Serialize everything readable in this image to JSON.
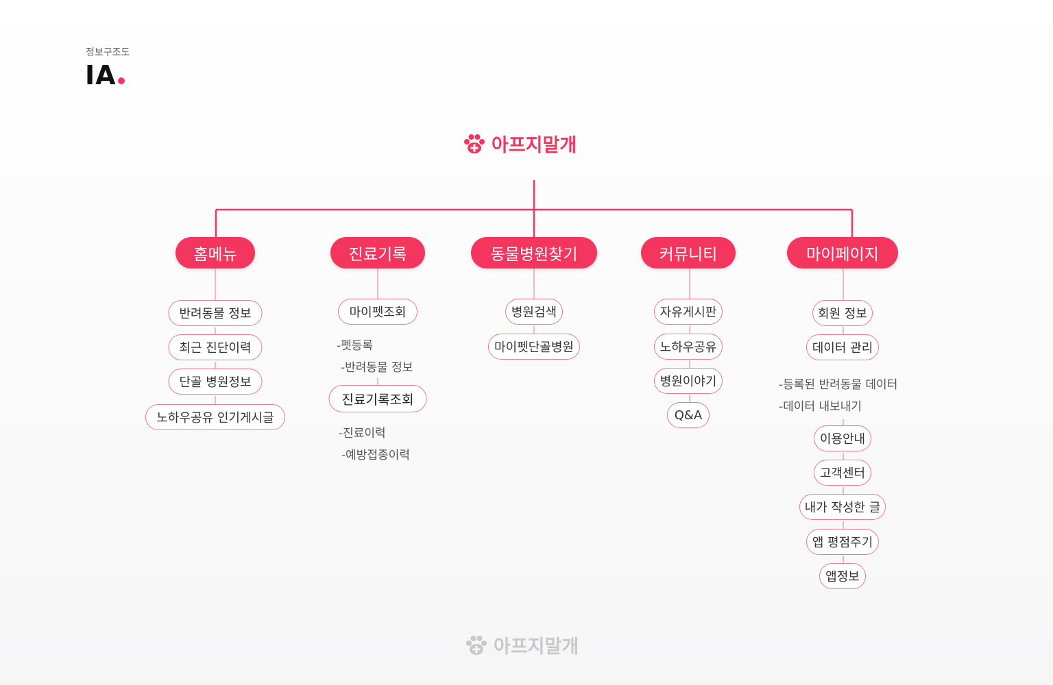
{
  "header": {
    "subtitle": "정보구조도",
    "title": "IA"
  },
  "brand": {
    "name": "아프지말개",
    "accent": "#f4365f",
    "muted": "#c8c8c8",
    "icon": "paw-cross-icon"
  },
  "sections": [
    {
      "label": "홈메뉴",
      "items": [
        "반려동물 정보",
        "최근 진단이력",
        "단골 병원정보",
        "노하우공유 인기게시글"
      ]
    },
    {
      "label": "진료기록",
      "item_1": "마이펫조회",
      "item_1_subs": [
        "-펫등록",
        "-반려동물 정보"
      ],
      "item_2": "진료기록조회",
      "item_2_subs": [
        "-진료이력",
        "-예방접종이력"
      ]
    },
    {
      "label": "동물병원찾기",
      "items": [
        "병원검색",
        "마이펫단골병원"
      ]
    },
    {
      "label": "커뮤니티",
      "items": [
        "자유게시판",
        "노하우공유",
        "병원이야기",
        "Q&A"
      ]
    },
    {
      "label": "마이페이지",
      "items_top": [
        "회원 정보",
        "데이터 관리"
      ],
      "subs": [
        "-등록된 반려동물 데이터",
        "-데이터 내보내기"
      ],
      "items_bottom": [
        "이용안내",
        "고객센터",
        "내가 작성한 글",
        "앱 평점주기",
        "앱정보"
      ]
    }
  ]
}
